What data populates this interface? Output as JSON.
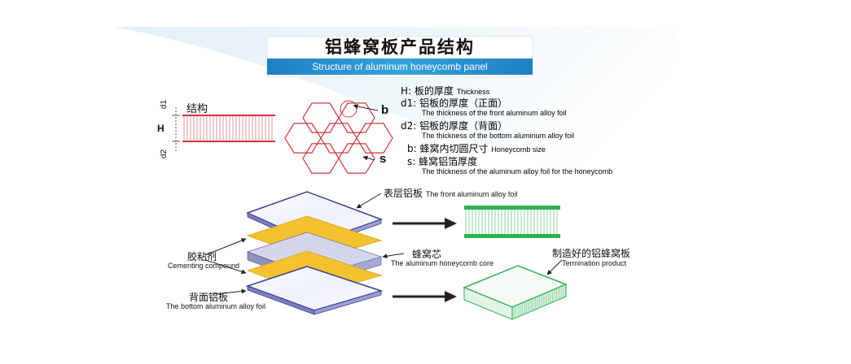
{
  "header": {
    "title_cn": "铝蜂窝板产品结构",
    "title_en": "Structure of aluminum honeycomb panel"
  },
  "structure": {
    "label": "结构",
    "dim_d1": "d1",
    "dim_h": "H",
    "dim_d2": "d2"
  },
  "hex_labels": {
    "b": "b",
    "s": "s"
  },
  "legend": [
    {
      "key": "H:",
      "cn": "板的厚度",
      "en_inline": "Thickness",
      "en_sub": ""
    },
    {
      "key": "d1:",
      "cn": "铝板的厚度（正面）",
      "en_inline": "",
      "en_sub": "The thickness of the front aluminum alloy foil"
    },
    {
      "key": "d2:",
      "cn": "铝板的厚度（背面）",
      "en_inline": "",
      "en_sub": "The thickness of the bottom aluminum alloy foil"
    },
    {
      "key": "b:",
      "cn": "蜂窝内切圆尺寸",
      "en_inline": "Honeycomb size",
      "en_sub": ""
    },
    {
      "key": "s:",
      "cn": "蜂窝铝箔厚度",
      "en_inline": "",
      "en_sub": "The thickness of the aluminum alloy foil for the honeycomb"
    }
  ],
  "layers": {
    "front_cn": "表层铝板",
    "front_en": "The front aluminum alloy foil",
    "core_cn": "蜂窝芯",
    "core_en": "The aluminum honeycomb core",
    "glue_cn": "胶粘剂",
    "glue_en": "Cementing compound",
    "bottom_cn": "背面铝板",
    "bottom_en": "The bottom aluminum alloy foil",
    "product_cn": "制造好的铝蜂窝板",
    "product_en": "Termination product"
  },
  "colors": {
    "banner_blue": "#2a8fd0",
    "honeycomb_red": "#d0343c",
    "adhesive_yellow": "#f3c22e",
    "plate_purple": "#3a3f8f",
    "product_green": "#2fb04f",
    "arrow": "#222222"
  }
}
